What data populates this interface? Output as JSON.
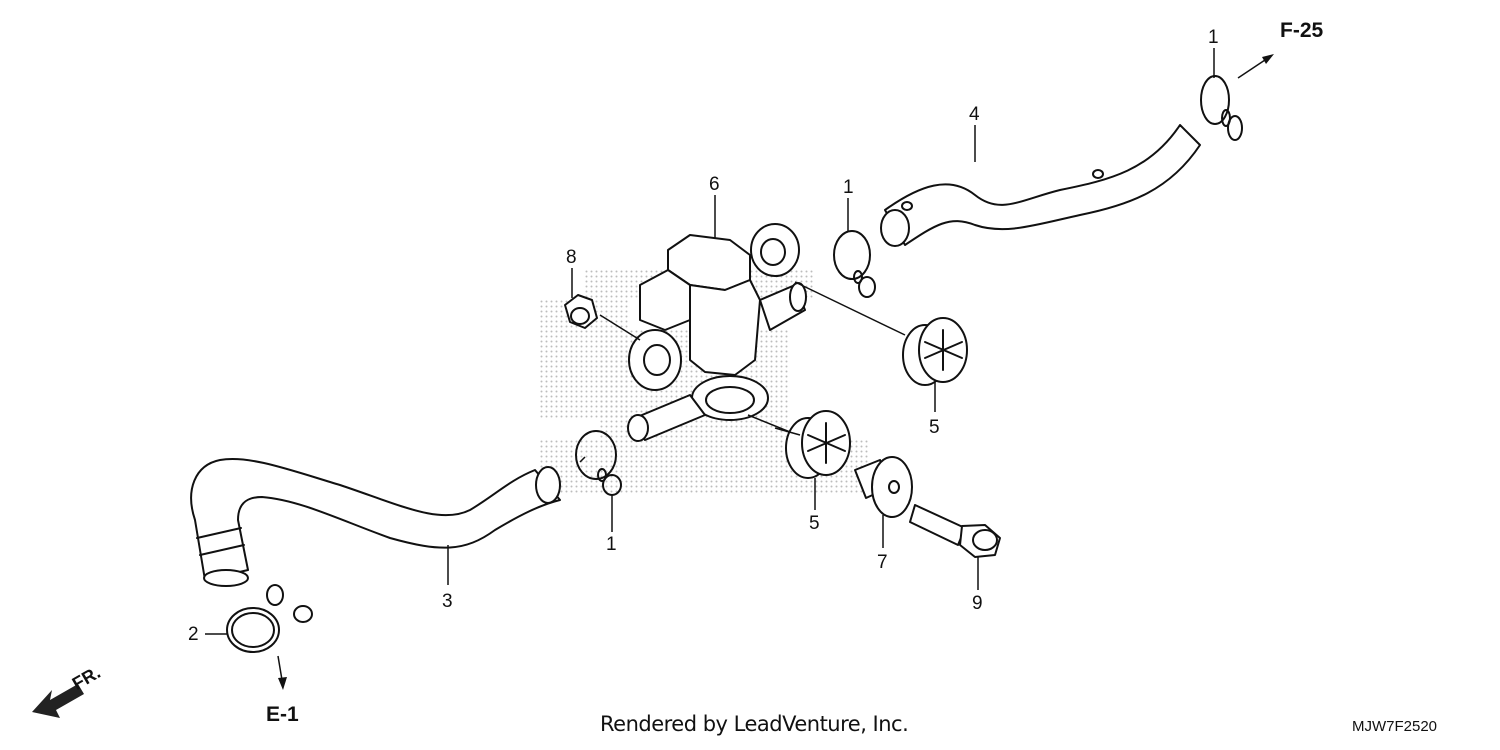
{
  "callouts": [
    {
      "id": "c1a",
      "text": "1"
    },
    {
      "id": "c1b",
      "text": "1"
    },
    {
      "id": "c1c",
      "text": "1"
    },
    {
      "id": "c2",
      "text": "2"
    },
    {
      "id": "c3",
      "text": "3"
    },
    {
      "id": "c4",
      "text": "4"
    },
    {
      "id": "c5a",
      "text": "5"
    },
    {
      "id": "c5b",
      "text": "5"
    },
    {
      "id": "c6",
      "text": "6"
    },
    {
      "id": "c7",
      "text": "7"
    },
    {
      "id": "c8",
      "text": "8"
    },
    {
      "id": "c9",
      "text": "9"
    }
  ],
  "references": {
    "top": "F-25",
    "bottom": "E-1",
    "front": "FR."
  },
  "footer": {
    "credit": "Rendered by LeadVenture, Inc.",
    "code": "MJW7F2520"
  }
}
